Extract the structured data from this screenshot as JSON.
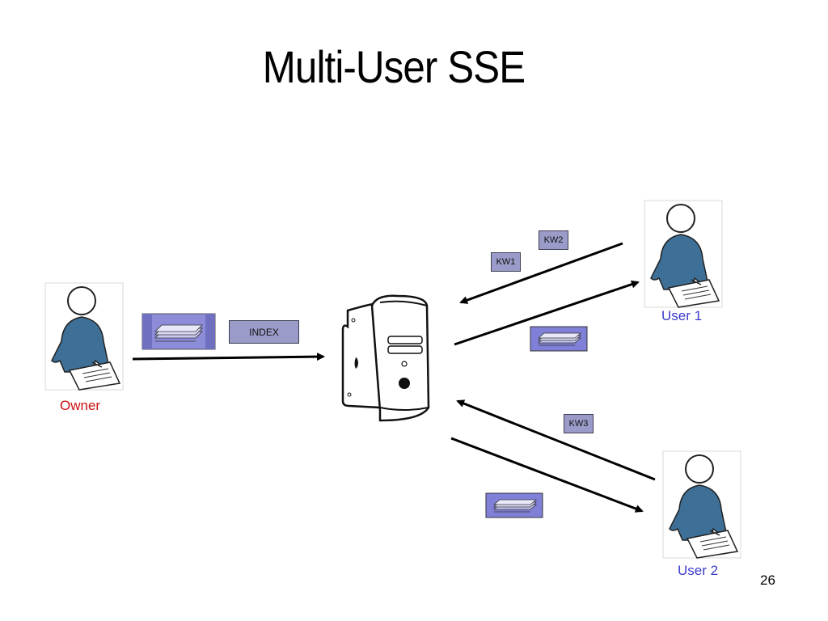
{
  "slide": {
    "title": "Multi-User SSE",
    "page_number": "26"
  },
  "actors": {
    "owner": {
      "label": "Owner",
      "color": "#cc1111"
    },
    "user1": {
      "label": "User 1",
      "color": "#3a3acc"
    },
    "user2": {
      "label": "User 2",
      "color": "#3a3acc"
    }
  },
  "messages": {
    "index": "INDEX",
    "kw1": "KW1",
    "kw2": "KW2",
    "kw3": "KW3"
  },
  "colors": {
    "tag_fill": "#9b9bc9",
    "doc_fill": "#8080d8",
    "person_body": "#3e6f96",
    "arrow": "#000000"
  },
  "icons": {
    "person": "person-with-document-icon",
    "server": "server-tower-icon",
    "documents": "document-stack-icon"
  }
}
